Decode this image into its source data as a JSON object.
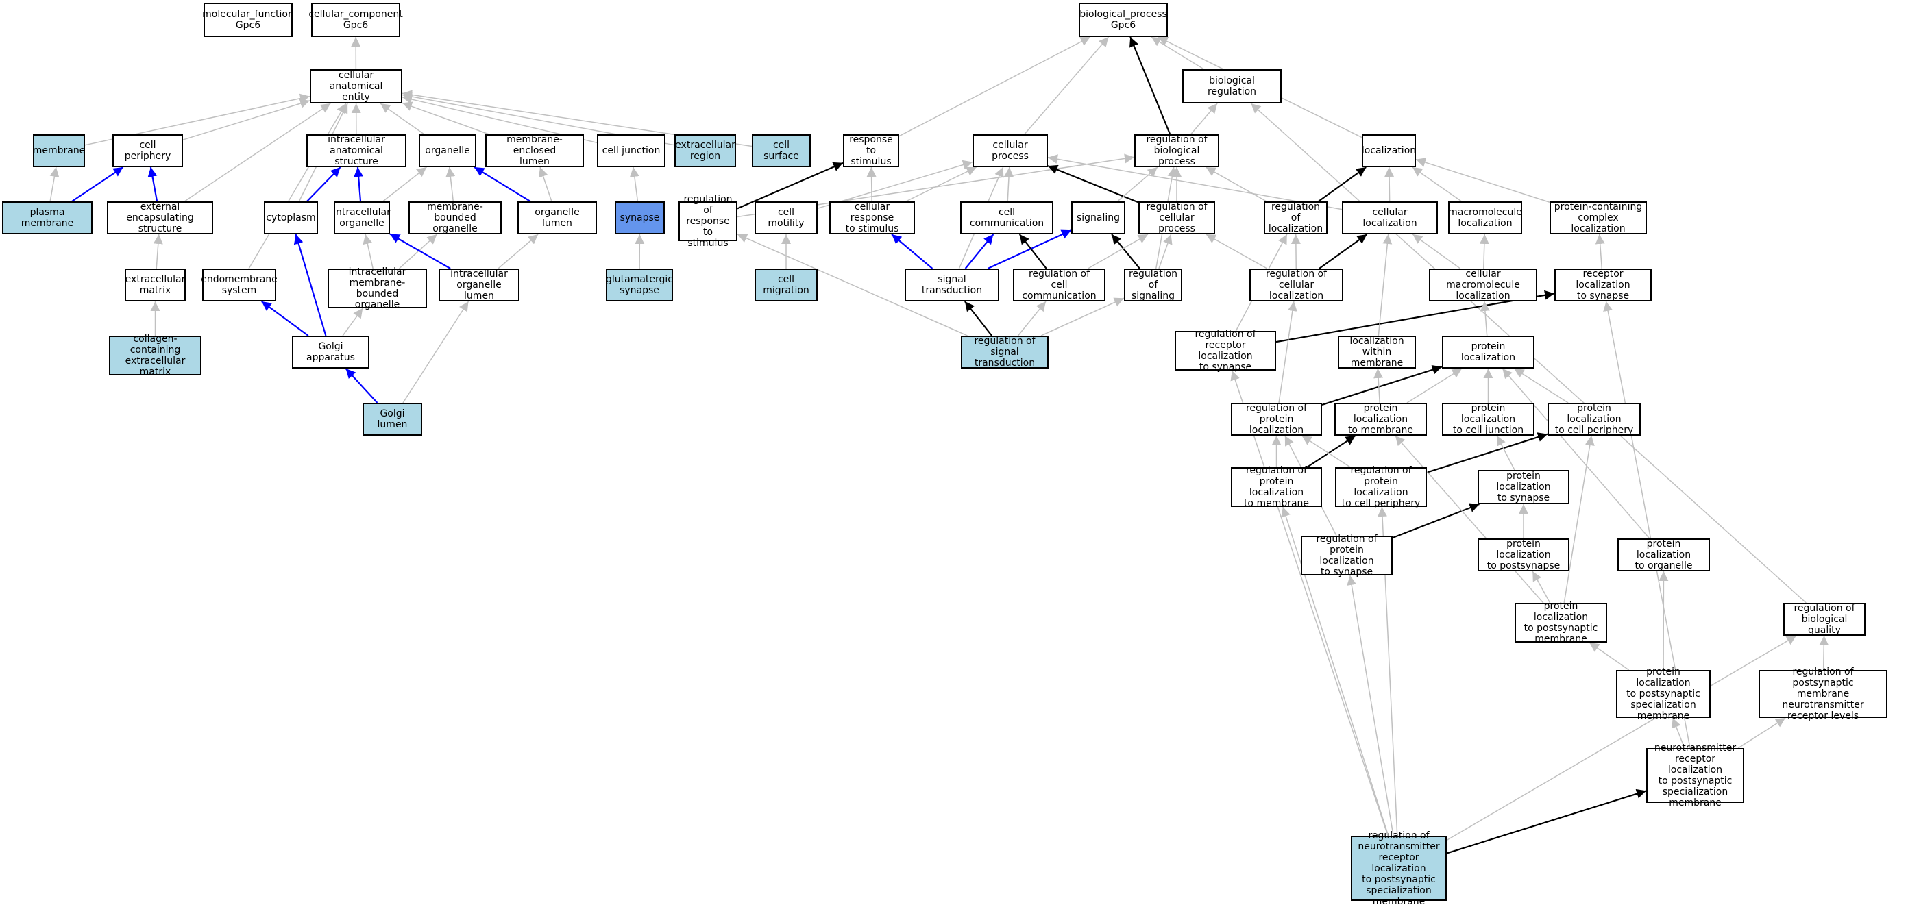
{
  "colors": {
    "default_fill": "#ffffff",
    "highlight_fill": "#add8e6",
    "focus_fill": "#6495ed",
    "edge_gray": "#c0c0c0",
    "edge_black": "#000000",
    "edge_blue": "#0000ff"
  },
  "nodes": [
    {
      "id": "mf",
      "label": "molecular_function\nGpc6",
      "fill": "default"
    },
    {
      "id": "cc",
      "label": "cellular_component\nGpc6",
      "fill": "default"
    },
    {
      "id": "bp",
      "label": "biological_process\nGpc6",
      "fill": "default"
    },
    {
      "id": "cae",
      "label": "cellular anatomical\nentity",
      "fill": "default"
    },
    {
      "id": "breg",
      "label": "biological regulation",
      "fill": "default"
    },
    {
      "id": "membrane",
      "label": "membrane",
      "fill": "highlight"
    },
    {
      "id": "cper",
      "label": "cell periphery",
      "fill": "default"
    },
    {
      "id": "ias",
      "label": "intracellular\nanatomical structure",
      "fill": "default"
    },
    {
      "id": "organelle",
      "label": "organelle",
      "fill": "default"
    },
    {
      "id": "mel",
      "label": "membrane-enclosed\nlumen",
      "fill": "default"
    },
    {
      "id": "cjunc",
      "label": "cell junction",
      "fill": "default"
    },
    {
      "id": "exreg",
      "label": "extracellular\nregion",
      "fill": "highlight"
    },
    {
      "id": "csurf",
      "label": "cell surface",
      "fill": "highlight"
    },
    {
      "id": "rts",
      "label": "response to\nstimulus",
      "fill": "default"
    },
    {
      "id": "cproc",
      "label": "cellular process",
      "fill": "default"
    },
    {
      "id": "rbp",
      "label": "regulation of\nbiological process",
      "fill": "default"
    },
    {
      "id": "loc",
      "label": "localization",
      "fill": "default"
    },
    {
      "id": "pm",
      "label": "plasma membrane",
      "fill": "highlight"
    },
    {
      "id": "ees",
      "label": "external encapsulating\nstructure",
      "fill": "default"
    },
    {
      "id": "cyto",
      "label": "cytoplasm",
      "fill": "default"
    },
    {
      "id": "io",
      "label": "intracellular\norganelle",
      "fill": "default"
    },
    {
      "id": "mbo",
      "label": "membrane-bounded\norganelle",
      "fill": "default"
    },
    {
      "id": "olum",
      "label": "organelle lumen",
      "fill": "default"
    },
    {
      "id": "synapse",
      "label": "synapse",
      "fill": "focus"
    },
    {
      "id": "rrts",
      "label": "regulation of\nresponse to\nstimulus",
      "fill": "default"
    },
    {
      "id": "cmot",
      "label": "cell motility",
      "fill": "default"
    },
    {
      "id": "crts",
      "label": "cellular response\nto stimulus",
      "fill": "default"
    },
    {
      "id": "ccom",
      "label": "cell communication",
      "fill": "default"
    },
    {
      "id": "sig",
      "label": "signaling",
      "fill": "default"
    },
    {
      "id": "rcp",
      "label": "regulation of\ncellular process",
      "fill": "default"
    },
    {
      "id": "rloc",
      "label": "regulation of\nlocalization",
      "fill": "default"
    },
    {
      "id": "cloc",
      "label": "cellular localization",
      "fill": "default"
    },
    {
      "id": "mmloc",
      "label": "macromolecule\nlocalization",
      "fill": "default"
    },
    {
      "id": "pccl",
      "label": "protein-containing\ncomplex localization",
      "fill": "default"
    },
    {
      "id": "exmat",
      "label": "extracellular\nmatrix",
      "fill": "default"
    },
    {
      "id": "endo",
      "label": "endomembrane\nsystem",
      "fill": "default"
    },
    {
      "id": "imbo",
      "label": "intracellular\nmembrane-bounded\norganelle",
      "fill": "default"
    },
    {
      "id": "iol",
      "label": "intracellular\norganelle lumen",
      "fill": "default"
    },
    {
      "id": "gsyn",
      "label": "glutamatergic\nsynapse",
      "fill": "highlight"
    },
    {
      "id": "cmig",
      "label": "cell migration",
      "fill": "highlight"
    },
    {
      "id": "st",
      "label": "signal transduction",
      "fill": "default"
    },
    {
      "id": "rcc",
      "label": "regulation of\ncell communication",
      "fill": "default"
    },
    {
      "id": "rsig",
      "label": "regulation of\nsignaling",
      "fill": "default"
    },
    {
      "id": "rcl",
      "label": "regulation of\ncellular localization",
      "fill": "default"
    },
    {
      "id": "cmml",
      "label": "cellular macromolecule\nlocalization",
      "fill": "default"
    },
    {
      "id": "rls",
      "label": "receptor localization\nto synapse",
      "fill": "default"
    },
    {
      "id": "ccem",
      "label": "collagen-containing\nextracellular\nmatrix",
      "fill": "highlight"
    },
    {
      "id": "golgi",
      "label": "Golgi apparatus",
      "fill": "default"
    },
    {
      "id": "rst",
      "label": "regulation of\nsignal transduction",
      "fill": "highlight"
    },
    {
      "id": "rrls",
      "label": "regulation of\nreceptor localization\nto synapse",
      "fill": "default"
    },
    {
      "id": "lwm",
      "label": "localization\nwithin membrane",
      "fill": "default"
    },
    {
      "id": "ploc",
      "label": "protein localization",
      "fill": "default"
    },
    {
      "id": "glum",
      "label": "Golgi lumen",
      "fill": "highlight"
    },
    {
      "id": "rpl",
      "label": "regulation of\nprotein localization",
      "fill": "default"
    },
    {
      "id": "pltm",
      "label": "protein localization\nto membrane",
      "fill": "default"
    },
    {
      "id": "pltcj",
      "label": "protein localization\nto cell junction",
      "fill": "default"
    },
    {
      "id": "pltcp",
      "label": "protein localization\nto cell periphery",
      "fill": "default"
    },
    {
      "id": "rpltm",
      "label": "regulation of\nprotein localization\nto membrane",
      "fill": "default"
    },
    {
      "id": "rpltcp",
      "label": "regulation of\nprotein localization\nto cell periphery",
      "fill": "default"
    },
    {
      "id": "plts",
      "label": "protein localization\nto synapse",
      "fill": "default"
    },
    {
      "id": "rplts",
      "label": "regulation of\nprotein localization\nto synapse",
      "fill": "default"
    },
    {
      "id": "pltps",
      "label": "protein localization\nto postsynapse",
      "fill": "default"
    },
    {
      "id": "plto",
      "label": "protein localization\nto organelle",
      "fill": "default"
    },
    {
      "id": "pltpm",
      "label": "protein localization\nto postsynaptic\nmembrane",
      "fill": "default"
    },
    {
      "id": "rbq",
      "label": "regulation of\nbiological quality",
      "fill": "default"
    },
    {
      "id": "pltpsm",
      "label": "protein localization\nto postsynaptic\nspecialization\nmembrane",
      "fill": "default"
    },
    {
      "id": "rpmnrl",
      "label": "regulation of\npostsynaptic\nmembrane neurotransmitter\nreceptor levels",
      "fill": "default"
    },
    {
      "id": "nrlpsm",
      "label": "neurotransmitter\nreceptor localization\nto postsynaptic\nspecialization\nmembrane",
      "fill": "default"
    },
    {
      "id": "target",
      "label": "regulation of\nneurotransmitter\nreceptor localization\nto postsynaptic\nspecialization\nmembrane",
      "fill": "highlight"
    }
  ],
  "edges": [
    {
      "from": "cae",
      "to": "cc",
      "color": "gray"
    },
    {
      "from": "membrane",
      "to": "cae",
      "color": "gray"
    },
    {
      "from": "cper",
      "to": "cae",
      "color": "gray"
    },
    {
      "from": "ias",
      "to": "cae",
      "color": "gray"
    },
    {
      "from": "organelle",
      "to": "cae",
      "color": "gray"
    },
    {
      "from": "mel",
      "to": "cae",
      "color": "gray"
    },
    {
      "from": "cjunc",
      "to": "cae",
      "color": "gray"
    },
    {
      "from": "exreg",
      "to": "cae",
      "color": "gray"
    },
    {
      "from": "csurf",
      "to": "cae",
      "color": "gray"
    },
    {
      "from": "ees",
      "to": "cae",
      "color": "gray"
    },
    {
      "from": "cyto",
      "to": "cae",
      "color": "gray"
    },
    {
      "from": "endo",
      "to": "cae",
      "color": "gray"
    },
    {
      "from": "pm",
      "to": "membrane",
      "color": "gray"
    },
    {
      "from": "pm",
      "to": "cper",
      "color": "blue"
    },
    {
      "from": "ees",
      "to": "cper",
      "color": "blue"
    },
    {
      "from": "cyto",
      "to": "ias",
      "color": "blue"
    },
    {
      "from": "io",
      "to": "ias",
      "color": "blue"
    },
    {
      "from": "io",
      "to": "organelle",
      "color": "gray"
    },
    {
      "from": "mbo",
      "to": "organelle",
      "color": "gray"
    },
    {
      "from": "olum",
      "to": "organelle",
      "color": "blue"
    },
    {
      "from": "olum",
      "to": "mel",
      "color": "gray"
    },
    {
      "from": "synapse",
      "to": "cjunc",
      "color": "gray"
    },
    {
      "from": "exmat",
      "to": "ees",
      "color": "gray"
    },
    {
      "from": "ccem",
      "to": "exmat",
      "color": "gray"
    },
    {
      "from": "imbo",
      "to": "io",
      "color": "gray"
    },
    {
      "from": "imbo",
      "to": "mbo",
      "color": "gray"
    },
    {
      "from": "iol",
      "to": "io",
      "color": "blue"
    },
    {
      "from": "iol",
      "to": "olum",
      "color": "gray"
    },
    {
      "from": "gsyn",
      "to": "synapse",
      "color": "gray"
    },
    {
      "from": "golgi",
      "to": "cyto",
      "color": "blue"
    },
    {
      "from": "golgi",
      "to": "endo",
      "color": "blue"
    },
    {
      "from": "golgi",
      "to": "imbo",
      "color": "gray"
    },
    {
      "from": "glum",
      "to": "golgi",
      "color": "blue"
    },
    {
      "from": "glum",
      "to": "iol",
      "color": "gray"
    },
    {
      "from": "breg",
      "to": "bp",
      "color": "gray"
    },
    {
      "from": "rts",
      "to": "bp",
      "color": "gray"
    },
    {
      "from": "cproc",
      "to": "bp",
      "color": "gray"
    },
    {
      "from": "rbp",
      "to": "bp",
      "color": "black"
    },
    {
      "from": "loc",
      "to": "bp",
      "color": "gray"
    },
    {
      "from": "rbp",
      "to": "breg",
      "color": "gray"
    },
    {
      "from": "rbq",
      "to": "breg",
      "color": "gray"
    },
    {
      "from": "rrts",
      "to": "rts",
      "color": "black"
    },
    {
      "from": "crts",
      "to": "rts",
      "color": "gray"
    },
    {
      "from": "rrts",
      "to": "rbp",
      "color": "gray"
    },
    {
      "from": "cmot",
      "to": "cproc",
      "color": "gray"
    },
    {
      "from": "crts",
      "to": "cproc",
      "color": "gray"
    },
    {
      "from": "ccom",
      "to": "cproc",
      "color": "gray"
    },
    {
      "from": "rcp",
      "to": "cproc",
      "color": "black"
    },
    {
      "from": "st",
      "to": "cproc",
      "color": "gray"
    },
    {
      "from": "cloc",
      "to": "cproc",
      "color": "gray"
    },
    {
      "from": "rcp",
      "to": "rbp",
      "color": "gray"
    },
    {
      "from": "sig",
      "to": "rbp",
      "color": "gray"
    },
    {
      "from": "rloc",
      "to": "rbp",
      "color": "gray"
    },
    {
      "from": "rsig",
      "to": "rbp",
      "color": "gray"
    },
    {
      "from": "rloc",
      "to": "loc",
      "color": "black"
    },
    {
      "from": "cloc",
      "to": "loc",
      "color": "gray"
    },
    {
      "from": "mmloc",
      "to": "loc",
      "color": "gray"
    },
    {
      "from": "pccl",
      "to": "loc",
      "color": "gray"
    },
    {
      "from": "cmig",
      "to": "cmot",
      "color": "gray"
    },
    {
      "from": "st",
      "to": "crts",
      "color": "blue"
    },
    {
      "from": "st",
      "to": "ccom",
      "color": "blue"
    },
    {
      "from": "st",
      "to": "sig",
      "color": "blue"
    },
    {
      "from": "rcc",
      "to": "ccom",
      "color": "black"
    },
    {
      "from": "rsig",
      "to": "sig",
      "color": "black"
    },
    {
      "from": "rcc",
      "to": "rcp",
      "color": "gray"
    },
    {
      "from": "rsig",
      "to": "rcp",
      "color": "gray"
    },
    {
      "from": "rcl",
      "to": "rcp",
      "color": "gray"
    },
    {
      "from": "rcl",
      "to": "rloc",
      "color": "gray"
    },
    {
      "from": "rcl",
      "to": "cloc",
      "color": "black"
    },
    {
      "from": "cmml",
      "to": "cloc",
      "color": "gray"
    },
    {
      "from": "cmml",
      "to": "mmloc",
      "color": "gray"
    },
    {
      "from": "rls",
      "to": "pccl",
      "color": "gray"
    },
    {
      "from": "rst",
      "to": "st",
      "color": "black"
    },
    {
      "from": "rst",
      "to": "rcc",
      "color": "gray"
    },
    {
      "from": "rst",
      "to": "rsig",
      "color": "gray"
    },
    {
      "from": "rst",
      "to": "rrts",
      "color": "gray"
    },
    {
      "from": "rrls",
      "to": "rls",
      "color": "black"
    },
    {
      "from": "rrls",
      "to": "rloc",
      "color": "gray"
    },
    {
      "from": "lwm",
      "to": "cloc",
      "color": "gray"
    },
    {
      "from": "ploc",
      "to": "cmml",
      "color": "gray"
    },
    {
      "from": "rpl",
      "to": "ploc",
      "color": "black"
    },
    {
      "from": "rpl",
      "to": "rcl",
      "color": "gray"
    },
    {
      "from": "pltm",
      "to": "lwm",
      "color": "gray"
    },
    {
      "from": "pltm",
      "to": "ploc",
      "color": "gray"
    },
    {
      "from": "pltcj",
      "to": "ploc",
      "color": "gray"
    },
    {
      "from": "pltcp",
      "to": "ploc",
      "color": "gray"
    },
    {
      "from": "plto",
      "to": "ploc",
      "color": "gray"
    },
    {
      "from": "rpltm",
      "to": "pltm",
      "color": "black"
    },
    {
      "from": "rpltm",
      "to": "rpl",
      "color": "gray"
    },
    {
      "from": "rpltcp",
      "to": "pltcp",
      "color": "black"
    },
    {
      "from": "rpltcp",
      "to": "rpl",
      "color": "gray"
    },
    {
      "from": "plts",
      "to": "pltcj",
      "color": "gray"
    },
    {
      "from": "rplts",
      "to": "plts",
      "color": "black"
    },
    {
      "from": "rplts",
      "to": "rpl",
      "color": "gray"
    },
    {
      "from": "pltps",
      "to": "plts",
      "color": "gray"
    },
    {
      "from": "pltpm",
      "to": "pltps",
      "color": "gray"
    },
    {
      "from": "pltpm",
      "to": "pltm",
      "color": "gray"
    },
    {
      "from": "pltpm",
      "to": "pltcp",
      "color": "gray"
    },
    {
      "from": "pltpsm",
      "to": "pltpm",
      "color": "gray"
    },
    {
      "from": "pltpsm",
      "to": "plto",
      "color": "gray"
    },
    {
      "from": "rpmnrl",
      "to": "rbq",
      "color": "gray"
    },
    {
      "from": "nrlpsm",
      "to": "pltpsm",
      "color": "gray"
    },
    {
      "from": "nrlpsm",
      "to": "rls",
      "color": "gray"
    },
    {
      "from": "nrlpsm",
      "to": "rpmnrl",
      "color": "gray"
    },
    {
      "from": "target",
      "to": "nrlpsm",
      "color": "black"
    },
    {
      "from": "target",
      "to": "rplts",
      "color": "gray"
    },
    {
      "from": "target",
      "to": "rpltm",
      "color": "gray"
    },
    {
      "from": "target",
      "to": "rpltcp",
      "color": "gray"
    },
    {
      "from": "target",
      "to": "rrls",
      "color": "gray"
    },
    {
      "from": "target",
      "to": "rbq",
      "color": "gray"
    }
  ]
}
